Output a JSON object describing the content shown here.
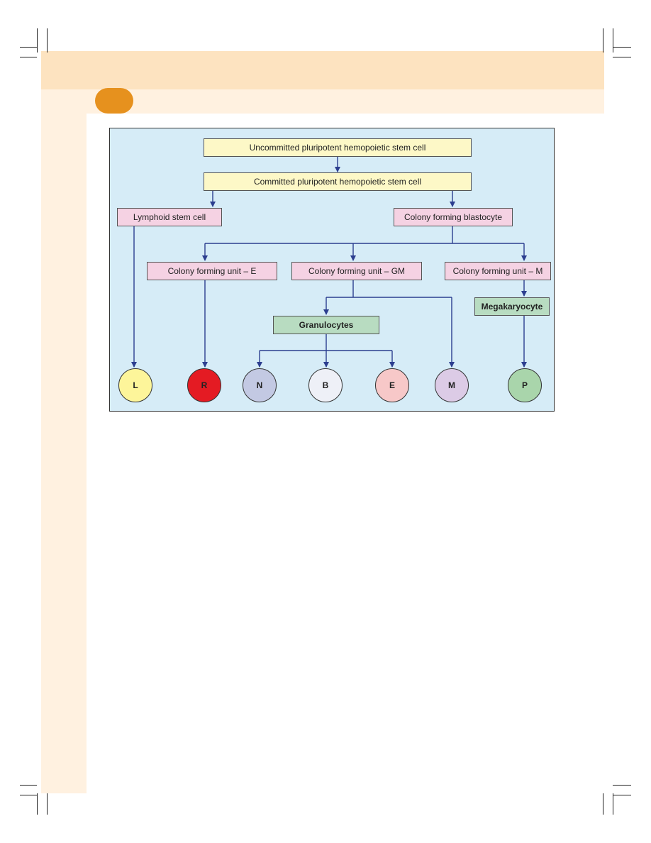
{
  "diagram": {
    "nodes": {
      "uncommitted": "Uncommitted pluripotent hemopoietic stem cell",
      "committed": "Committed pluripotent hemopoietic stem cell",
      "lymphoid": "Lymphoid stem cell",
      "blastocyte": "Colony forming blastocyte",
      "cfu_e": "Colony forming unit – E",
      "cfu_gm": "Colony forming unit – GM",
      "cfu_m": "Colony forming unit – M",
      "granulocytes": "Granulocytes",
      "megakaryocyte": "Megakaryocyte"
    },
    "cells": [
      {
        "key": "L",
        "label": "L",
        "color": "#fdf59a"
      },
      {
        "key": "R",
        "label": "R",
        "color": "#e41b23"
      },
      {
        "key": "N",
        "label": "N",
        "color": "#c3c9e3"
      },
      {
        "key": "B",
        "label": "B",
        "color": "#eef0f7"
      },
      {
        "key": "E",
        "label": "E",
        "color": "#f7c8c8"
      },
      {
        "key": "M",
        "label": "M",
        "color": "#dccbe6"
      },
      {
        "key": "P",
        "label": "P",
        "color": "#a9d5ab"
      }
    ],
    "colors": {
      "arrow": "#2c3e8f",
      "background": "#d6ecf7",
      "accent": "#e6911e"
    }
  }
}
